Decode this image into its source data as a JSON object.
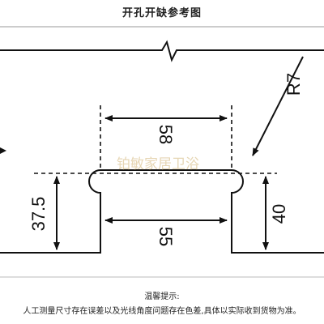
{
  "header": {
    "title": "开孔开缺参考图"
  },
  "diagram": {
    "radius_label": "R7",
    "dim_top": "58",
    "dim_bottom": "55",
    "dim_left": "37.5",
    "dim_right": "40",
    "watermark": "铂敏家居卫浴"
  },
  "footer": {
    "note_title": "温馨提示:",
    "note_text": "人工测量尺寸存在误差以及光线角度问题存在色差,具体以实际收到货物为准。"
  },
  "colors": {
    "ink": "#111111",
    "watermark": "#c9a55a"
  }
}
